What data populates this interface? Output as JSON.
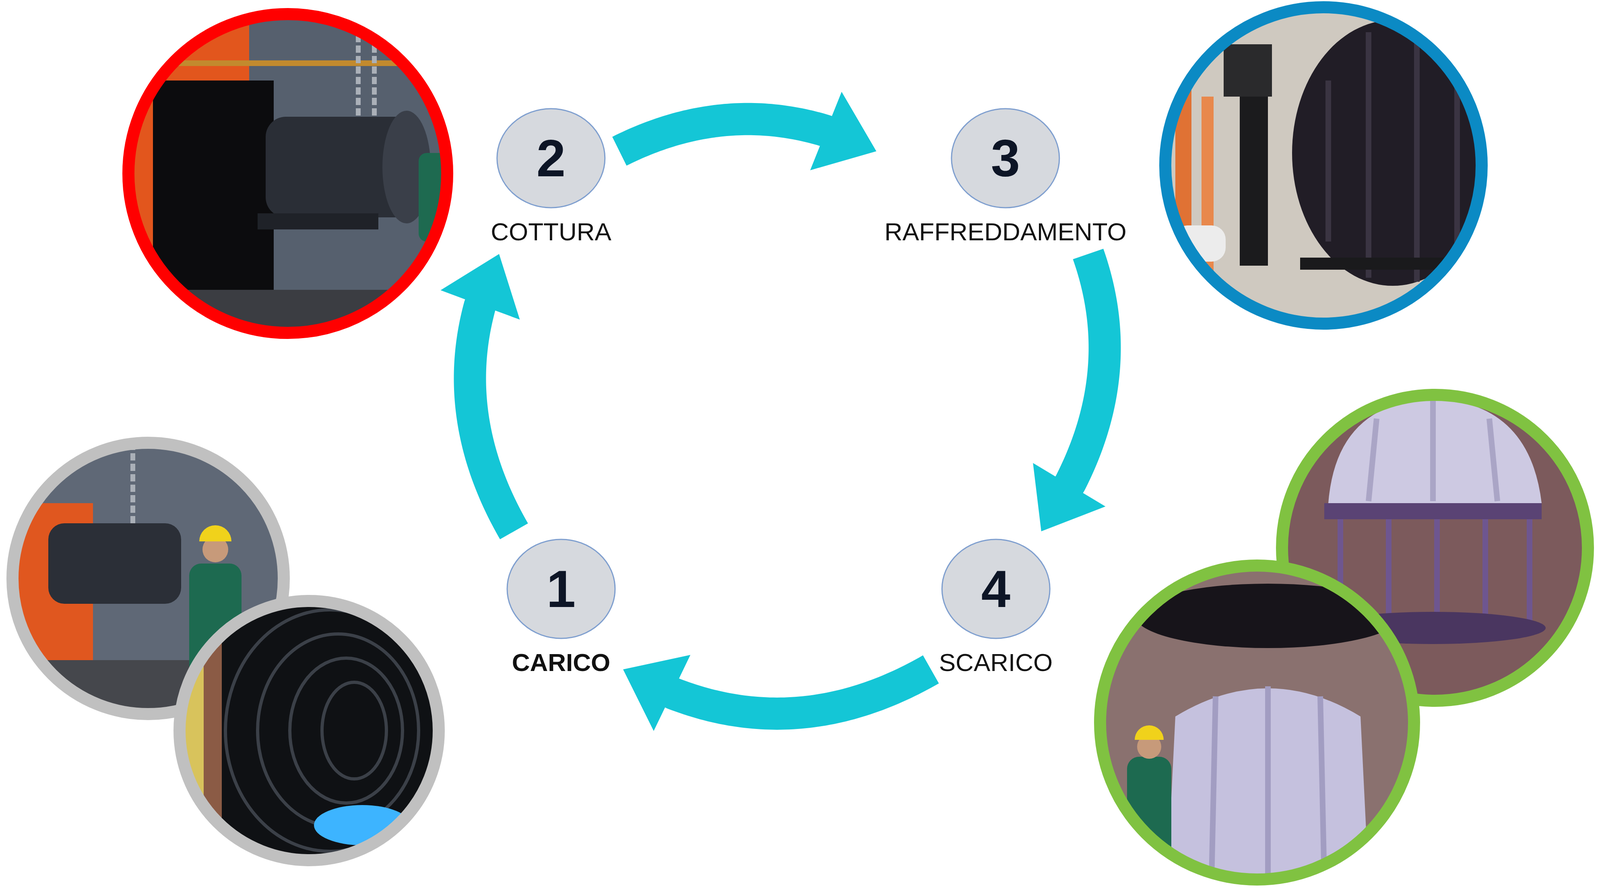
{
  "diagram": {
    "nodes": [
      {
        "text": [
          "1",
          "CARICO"
        ]
      },
      {
        "text": [
          "2",
          "COTTURA"
        ]
      },
      {
        "text": [
          "3",
          "RAFFREDDAMENTO"
        ]
      },
      {
        "text": [
          "4",
          "SCARICO"
        ]
      }
    ],
    "edges": [
      {
        "from": 0,
        "to": 1,
        "arrow": "to"
      },
      {
        "from": 1,
        "to": 2,
        "arrow": "to"
      },
      {
        "from": 2,
        "to": 3,
        "arrow": "to"
      },
      {
        "from": 3,
        "to": 0,
        "arrow": "to"
      }
    ]
  }
}
